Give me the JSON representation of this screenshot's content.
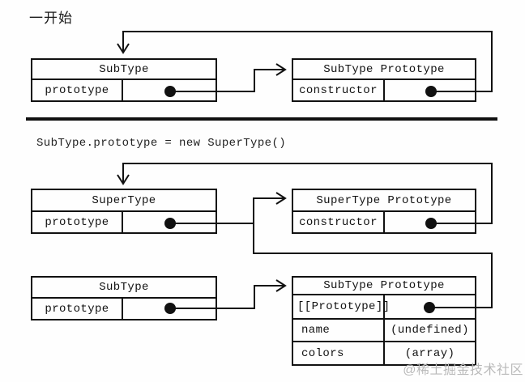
{
  "page": {
    "heading": "一开始",
    "code_line": "SubType.prototype = new SuperType()",
    "watermark": "@稀土掘金技术社区"
  },
  "colors": {
    "line": "#111111",
    "background": "#fefefe",
    "watermark": "#b9b9b9"
  },
  "initial": {
    "subtype": {
      "title": "SubType",
      "field": "prototype"
    },
    "subtype_prototype": {
      "title": "SubType Prototype",
      "field": "constructor"
    }
  },
  "after": {
    "supertype": {
      "title": "SuperType",
      "field": "prototype"
    },
    "supertype_prototype": {
      "title": "SuperType Prototype",
      "field": "constructor"
    },
    "subtype": {
      "title": "SubType",
      "field": "prototype"
    },
    "subtype_prototype": {
      "title": "SubType Prototype",
      "rows": [
        {
          "key": "[[Prototype]]",
          "value": ""
        },
        {
          "key": "name",
          "value": "(undefined)"
        },
        {
          "key": "colors",
          "value": "(array)"
        }
      ]
    }
  }
}
